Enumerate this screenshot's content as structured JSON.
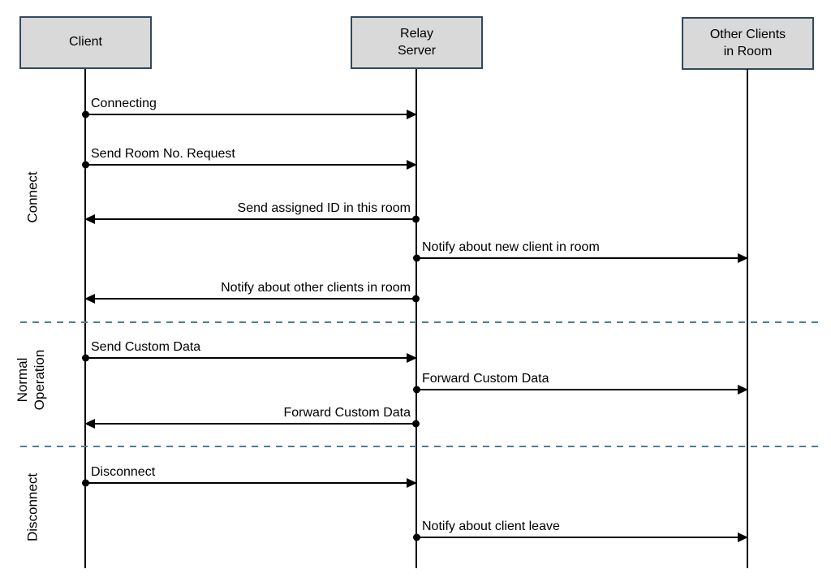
{
  "actors": [
    {
      "lines": [
        "Client"
      ]
    },
    {
      "lines": [
        "Relay",
        "Server"
      ]
    },
    {
      "lines": [
        "Other Clients",
        "in Room"
      ]
    }
  ],
  "phases": [
    {
      "lines": [
        "Connect"
      ]
    },
    {
      "lines": [
        "Normal",
        "Operation"
      ]
    },
    {
      "lines": [
        "Disconnect"
      ]
    }
  ],
  "messages": [
    {
      "label": "Connecting",
      "from": "Client",
      "to": "Relay Server"
    },
    {
      "label": "Send Room No. Request",
      "from": "Client",
      "to": "Relay Server"
    },
    {
      "label": "Send assigned ID in this room",
      "from": "Relay Server",
      "to": "Client"
    },
    {
      "label": "Notify about new client in room",
      "from": "Relay Server",
      "to": "Other Clients in Room"
    },
    {
      "label": "Notify about other clients in room",
      "from": "Relay Server",
      "to": "Client"
    },
    {
      "label": "Send Custom Data",
      "from": "Client",
      "to": "Relay Server"
    },
    {
      "label": "Forward Custom Data",
      "from": "Relay Server",
      "to": "Other Clients in Room"
    },
    {
      "label": "Forward Custom Data",
      "from": "Relay Server",
      "to": "Client"
    },
    {
      "label": "Disconnect",
      "from": "Client",
      "to": "Relay Server"
    },
    {
      "label": "Notify about client leave",
      "from": "Relay Server",
      "to": "Other Clients in Room"
    }
  ],
  "colors": {
    "actor_fill": "#d9d9d9",
    "actor_border": "#33485c",
    "line": "#000000",
    "phase_divider": "#4a7d9b",
    "background": "#ffffff"
  }
}
